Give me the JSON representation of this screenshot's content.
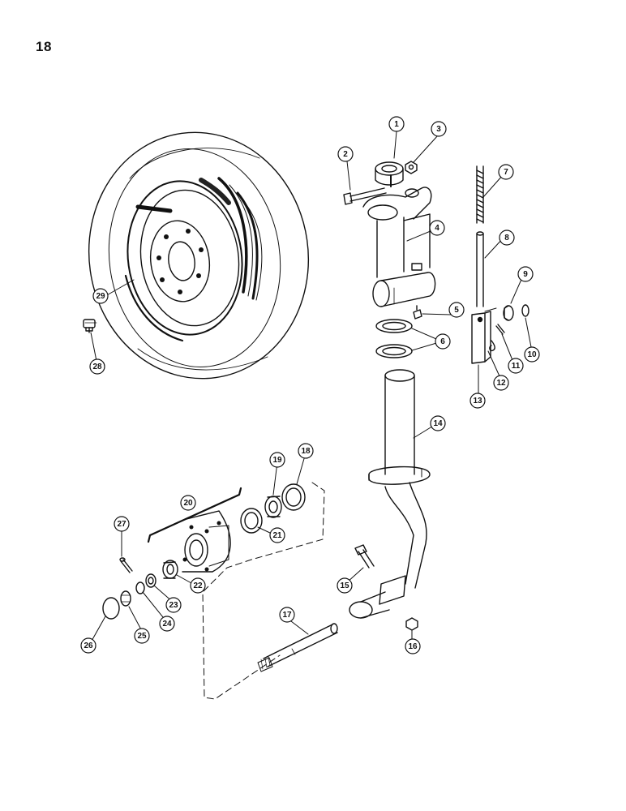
{
  "page": {
    "number": "18"
  },
  "callouts": [
    {
      "id": "1",
      "label": "1"
    },
    {
      "id": "2",
      "label": "2"
    },
    {
      "id": "3",
      "label": "3"
    },
    {
      "id": "4",
      "label": "4"
    },
    {
      "id": "5",
      "label": "5"
    },
    {
      "id": "6",
      "label": "6"
    },
    {
      "id": "7",
      "label": "7"
    },
    {
      "id": "8",
      "label": "8"
    },
    {
      "id": "9",
      "label": "9"
    },
    {
      "id": "10",
      "label": "10"
    },
    {
      "id": "11",
      "label": "11"
    },
    {
      "id": "12",
      "label": "12"
    },
    {
      "id": "13",
      "label": "13"
    },
    {
      "id": "14",
      "label": "14"
    },
    {
      "id": "15",
      "label": "15"
    },
    {
      "id": "16",
      "label": "16"
    },
    {
      "id": "17",
      "label": "17"
    },
    {
      "id": "18",
      "label": "18"
    },
    {
      "id": "19",
      "label": "19"
    },
    {
      "id": "20",
      "label": "20"
    },
    {
      "id": "21",
      "label": "21"
    },
    {
      "id": "22",
      "label": "22"
    },
    {
      "id": "23",
      "label": "23"
    },
    {
      "id": "24",
      "label": "24"
    },
    {
      "id": "25",
      "label": "25"
    },
    {
      "id": "26",
      "label": "26"
    },
    {
      "id": "27",
      "label": "27"
    },
    {
      "id": "28",
      "label": "28"
    },
    {
      "id": "29",
      "label": "29"
    }
  ]
}
